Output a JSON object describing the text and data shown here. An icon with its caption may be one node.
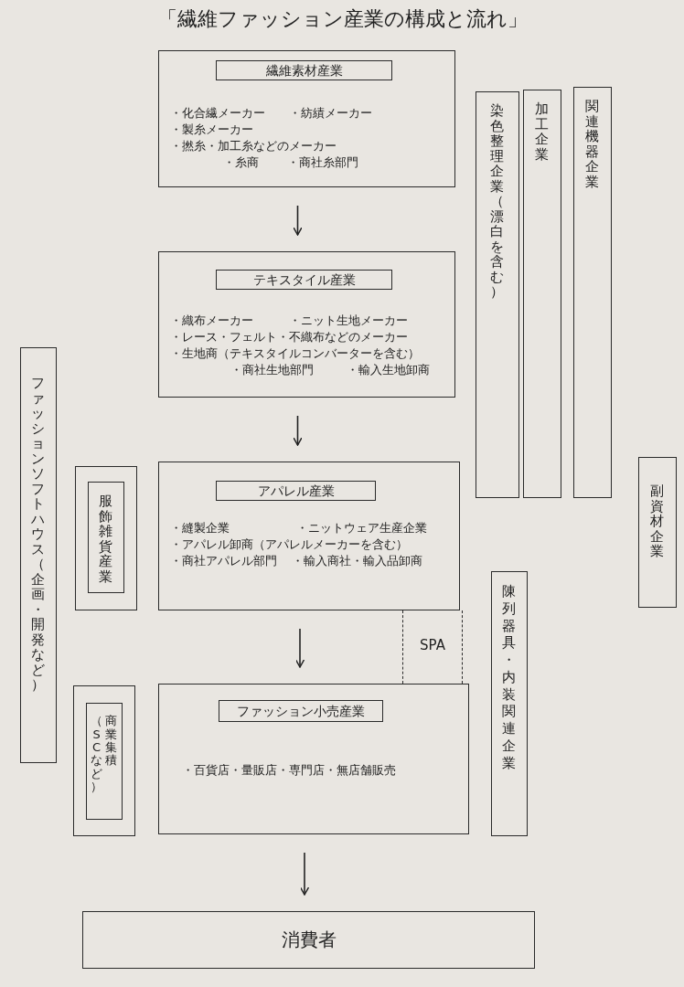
{
  "diagram": {
    "title": "「繊維ファッション産業の構成と流れ」",
    "nodes": [
      {
        "text": [
          "・化合繊メーカー",
          "・紡績メーカー",
          "・製糸メーカー",
          "・撚糸・加工糸などのメーカー",
          "・糸商",
          "・商社糸部門"
        ]
      },
      {
        "text": [
          "繊維素材産業"
        ],
        "in": 0
      },
      {
        "text": [
          "・織布メーカー",
          "・ニット生地メーカー",
          "・レース・フェルト・不織布などのメーカー",
          "・生地商（テキスタイルコンバーターを含む）",
          "・商社生地部門",
          "・輸入生地卸商"
        ]
      },
      {
        "text": [
          "テキスタイル産業"
        ],
        "in": 2
      },
      {
        "text": [
          "・縫製企業",
          "・ニットウェア生産企業",
          "・アパレル卸商（アパレルメーカーを含む）",
          "・商社アパレル部門",
          "・輸入商社・輸入品卸商"
        ]
      },
      {
        "text": [
          "アパレル産業"
        ],
        "in": 4
      },
      {
        "text": [
          "・百貨店・量販店・専門店・無店舗販売"
        ]
      },
      {
        "text": [
          "ファッション小売産業"
        ],
        "in": 6
      },
      {
        "text": [
          "消費者"
        ]
      },
      {
        "text": [
          "SPA"
        ]
      },
      {
        "text": [
          "染色整理企業（漂白を含む）"
        ]
      },
      {
        "text": [
          "加工企業"
        ]
      },
      {
        "text": [
          "関連機器企業"
        ]
      },
      {
        "text": [
          "副資材企業"
        ]
      },
      {
        "text": [
          "陳列器具・内装関連企業"
        ]
      },
      {
        "text": [
          "ファッションソフトハウス（企画・開発など）"
        ]
      },
      {
        "text": [],
        "shape": "box"
      },
      {
        "text": [
          "服飾雑貨産業"
        ],
        "in": 16
      },
      {
        "text": [],
        "shape": "box"
      },
      {
        "text": [
          "（SCなど）",
          "商業集積"
        ],
        "in": 18
      }
    ],
    "edges": [
      {
        "from": 0,
        "to": 2,
        "arrow": "to"
      },
      {
        "from": 2,
        "to": 4,
        "arrow": "to"
      },
      {
        "from": 4,
        "to": 6,
        "arrow": "to"
      },
      {
        "from": 6,
        "to": 8,
        "arrow": "to"
      }
    ]
  }
}
